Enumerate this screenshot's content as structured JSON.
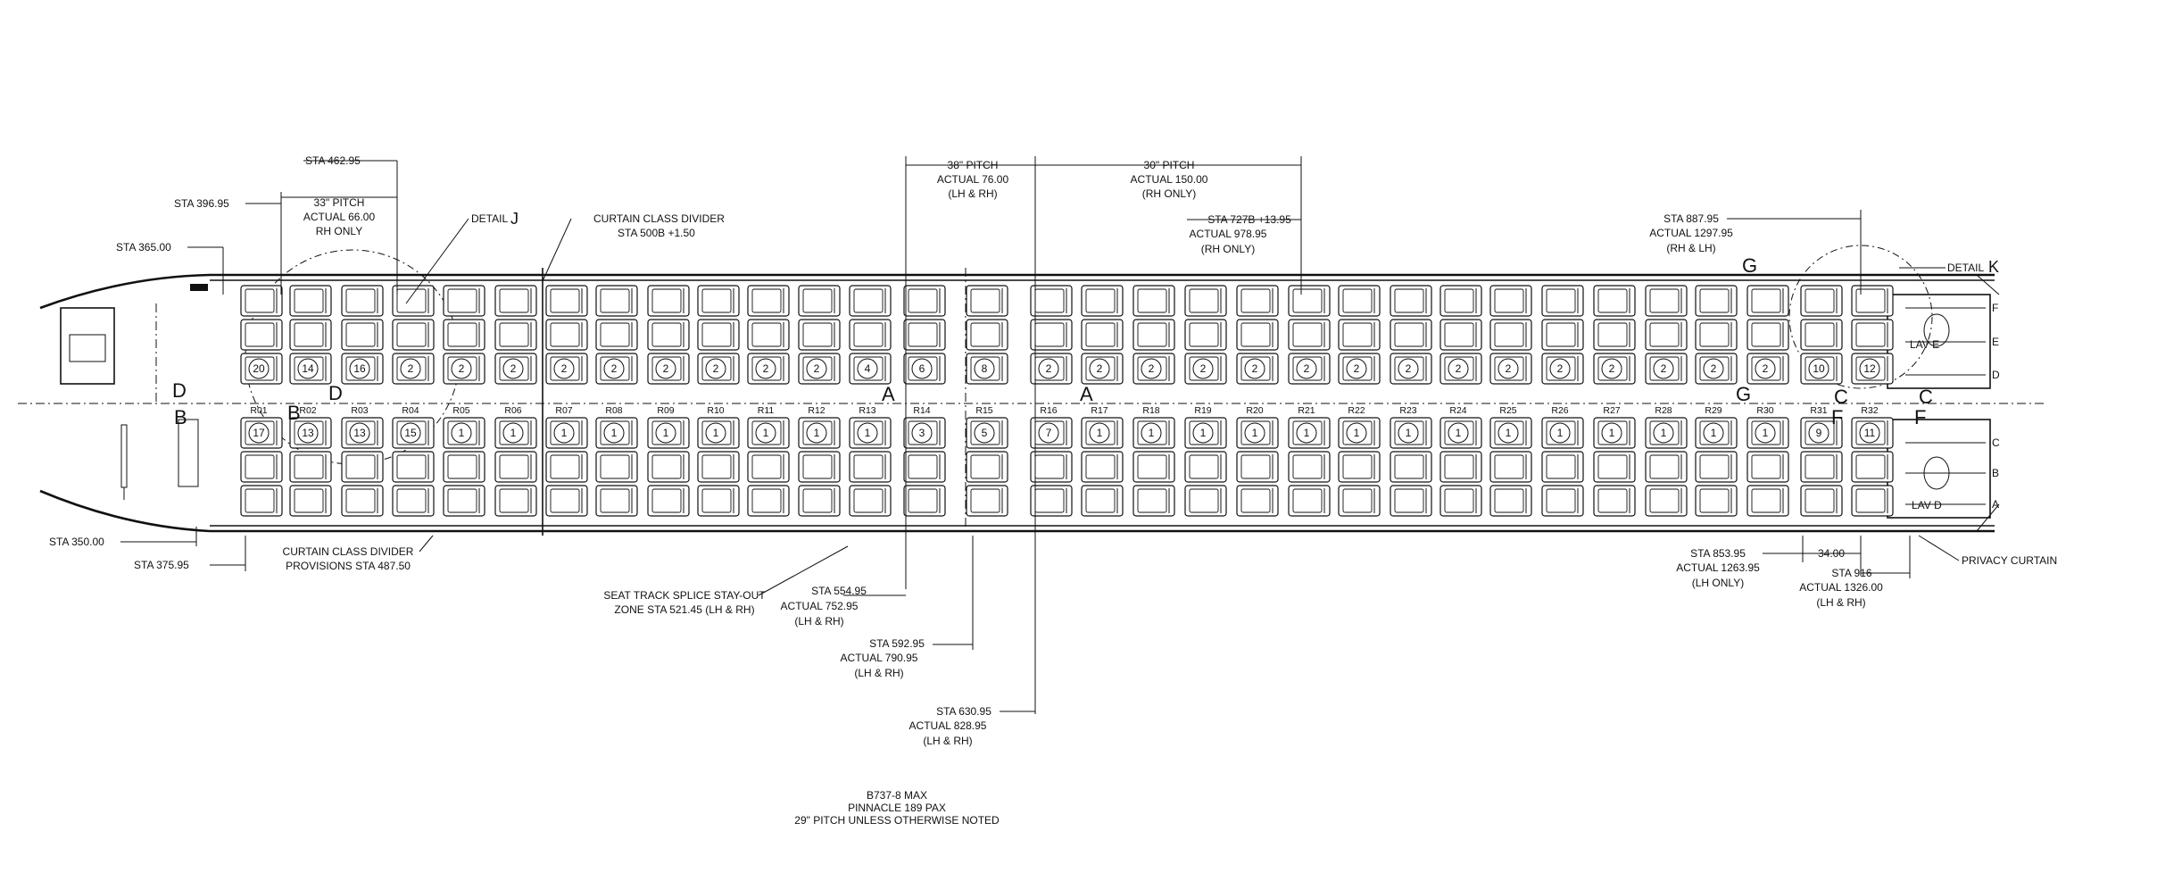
{
  "title_block": {
    "line1": "B737-8 MAX",
    "line2": "PINNACLE 189 PAX",
    "line3": "29\" PITCH UNLESS OTHERWISE NOTED"
  },
  "callouts": {
    "sta_462": "STA 462.95",
    "sta_396": "STA 396.95",
    "pitch33_l1": "33\" PITCH",
    "pitch33_l2": "ACTUAL 66.00",
    "pitch33_l3": "RH ONLY",
    "sta_365": "STA 365.00",
    "detail_j": "DETAIL",
    "detail_j_letter": "J",
    "curtain_top_l1": "CURTAIN CLASS DIVIDER",
    "curtain_top_l2": "STA 500B +1.50",
    "pitch38_l1": "38\" PITCH",
    "pitch38_l2": "ACTUAL 76.00",
    "pitch38_l3": "(LH & RH)",
    "pitch30_l1": "30\" PITCH",
    "pitch30_l2": "ACTUAL 150.00",
    "pitch30_l3": "(RH ONLY)",
    "sta_727_l1": "STA 727B +13.95",
    "sta_727_l2": "ACTUAL 978.95",
    "sta_727_l3": "(RH ONLY)",
    "sta_887_l1": "STA 887.95",
    "sta_887_l2": "ACTUAL 1297.95",
    "sta_887_l3": "(RH & LH)",
    "detail_k": "DETAIL",
    "detail_k_letter": "K",
    "sta_350": "STA 350.00",
    "sta_375": "STA 375.95",
    "curtain_bot_l1": "CURTAIN CLASS DIVIDER",
    "curtain_bot_l2": "PROVISIONS STA 487.50",
    "splice_l1": "SEAT TRACK SPLICE STAY-OUT",
    "splice_l2": "ZONE STA 521.45 (LH & RH)",
    "sta_554_l1": "STA 554.95",
    "sta_554_l2": "ACTUAL 752.95",
    "sta_554_l3": "(LH & RH)",
    "sta_592_l1": "STA 592.95",
    "sta_592_l2": "ACTUAL 790.95",
    "sta_592_l3": "(LH & RH)",
    "sta_630_l1": "STA 630.95",
    "sta_630_l2": "ACTUAL 828.95",
    "sta_630_l3": "(LH & RH)",
    "sta_853_l1": "STA 853.95",
    "sta_853_l2": "ACTUAL 1263.95",
    "sta_853_l3": "(LH ONLY)",
    "dim_34": "34.00",
    "sta_916_l1": "STA 916",
    "sta_916_l2": "ACTUAL 1326.00",
    "sta_916_l3": "(LH & RH)",
    "privacy_curtain": "PRIVACY CURTAIN",
    "lav_e": "LAV E",
    "lav_d": "LAV D"
  },
  "section_letters": {
    "left_d": "D",
    "left_b": "B",
    "b_mark": "B",
    "d_mark": "D",
    "a_mark_1": "A",
    "a_mark_2": "A",
    "g_top": "G",
    "g_bottom": "G",
    "c_top_1": "C",
    "c_top_2": "C",
    "f_mark_1": "F",
    "f_mark_2": "F"
  },
  "door_labels": [
    "F",
    "E",
    "D",
    "C",
    "B",
    "A"
  ],
  "rows": [
    "R01",
    "R02",
    "R03",
    "R04",
    "R05",
    "R06",
    "R07",
    "R08",
    "R09",
    "R10",
    "R11",
    "R12",
    "R13",
    "R14",
    "R15",
    "R16",
    "R17",
    "R18",
    "R19",
    "R20",
    "R21",
    "R22",
    "R23",
    "R24",
    "R25",
    "R26",
    "R27",
    "R28",
    "R29",
    "R30",
    "R31",
    "R32"
  ],
  "seat_tags_rh": [
    "20",
    "14",
    "16",
    "2",
    "2",
    "2",
    "2",
    "2",
    "2",
    "2",
    "2",
    "2",
    "4",
    "6",
    "8",
    "2",
    "2",
    "2",
    "2",
    "2",
    "2",
    "2",
    "2",
    "2",
    "2",
    "2",
    "2",
    "2",
    "2",
    "2",
    "10",
    "12"
  ],
  "seat_tags_lh": [
    "17",
    "13",
    "13",
    "15",
    "1",
    "1",
    "1",
    "1",
    "1",
    "1",
    "1",
    "1",
    "1",
    "3",
    "5",
    "7",
    "1",
    "1",
    "1",
    "1",
    "1",
    "1",
    "1",
    "1",
    "1",
    "1",
    "1",
    "1",
    "1",
    "1",
    "9",
    "11"
  ],
  "colors": {
    "ink": "#111111",
    "background": "#ffffff"
  }
}
